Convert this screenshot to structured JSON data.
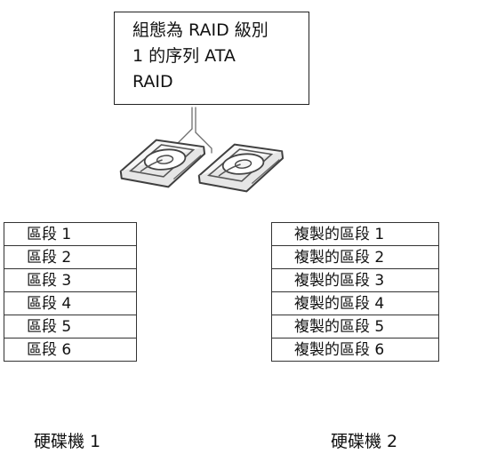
{
  "raid_box": {
    "lines": [
      "組態為 RAID 級別",
      "1 的序列 ATA",
      "RAID"
    ]
  },
  "disk_1": {
    "label": "硬碟機 1",
    "segments": [
      "區段 1",
      "區段 2",
      "區段 3",
      "區段 4",
      "區段 5",
      "區段 6"
    ]
  },
  "disk_2": {
    "label": "硬碟機 2",
    "segments": [
      "複製的區段 1",
      "複製的區段 2",
      "複製的區段 3",
      "複製的區段 4",
      "複製的區段 5",
      "複製的區段 6"
    ]
  },
  "icons": {
    "drive_icon": "hard-drive-icon",
    "connector": "connection-line"
  }
}
